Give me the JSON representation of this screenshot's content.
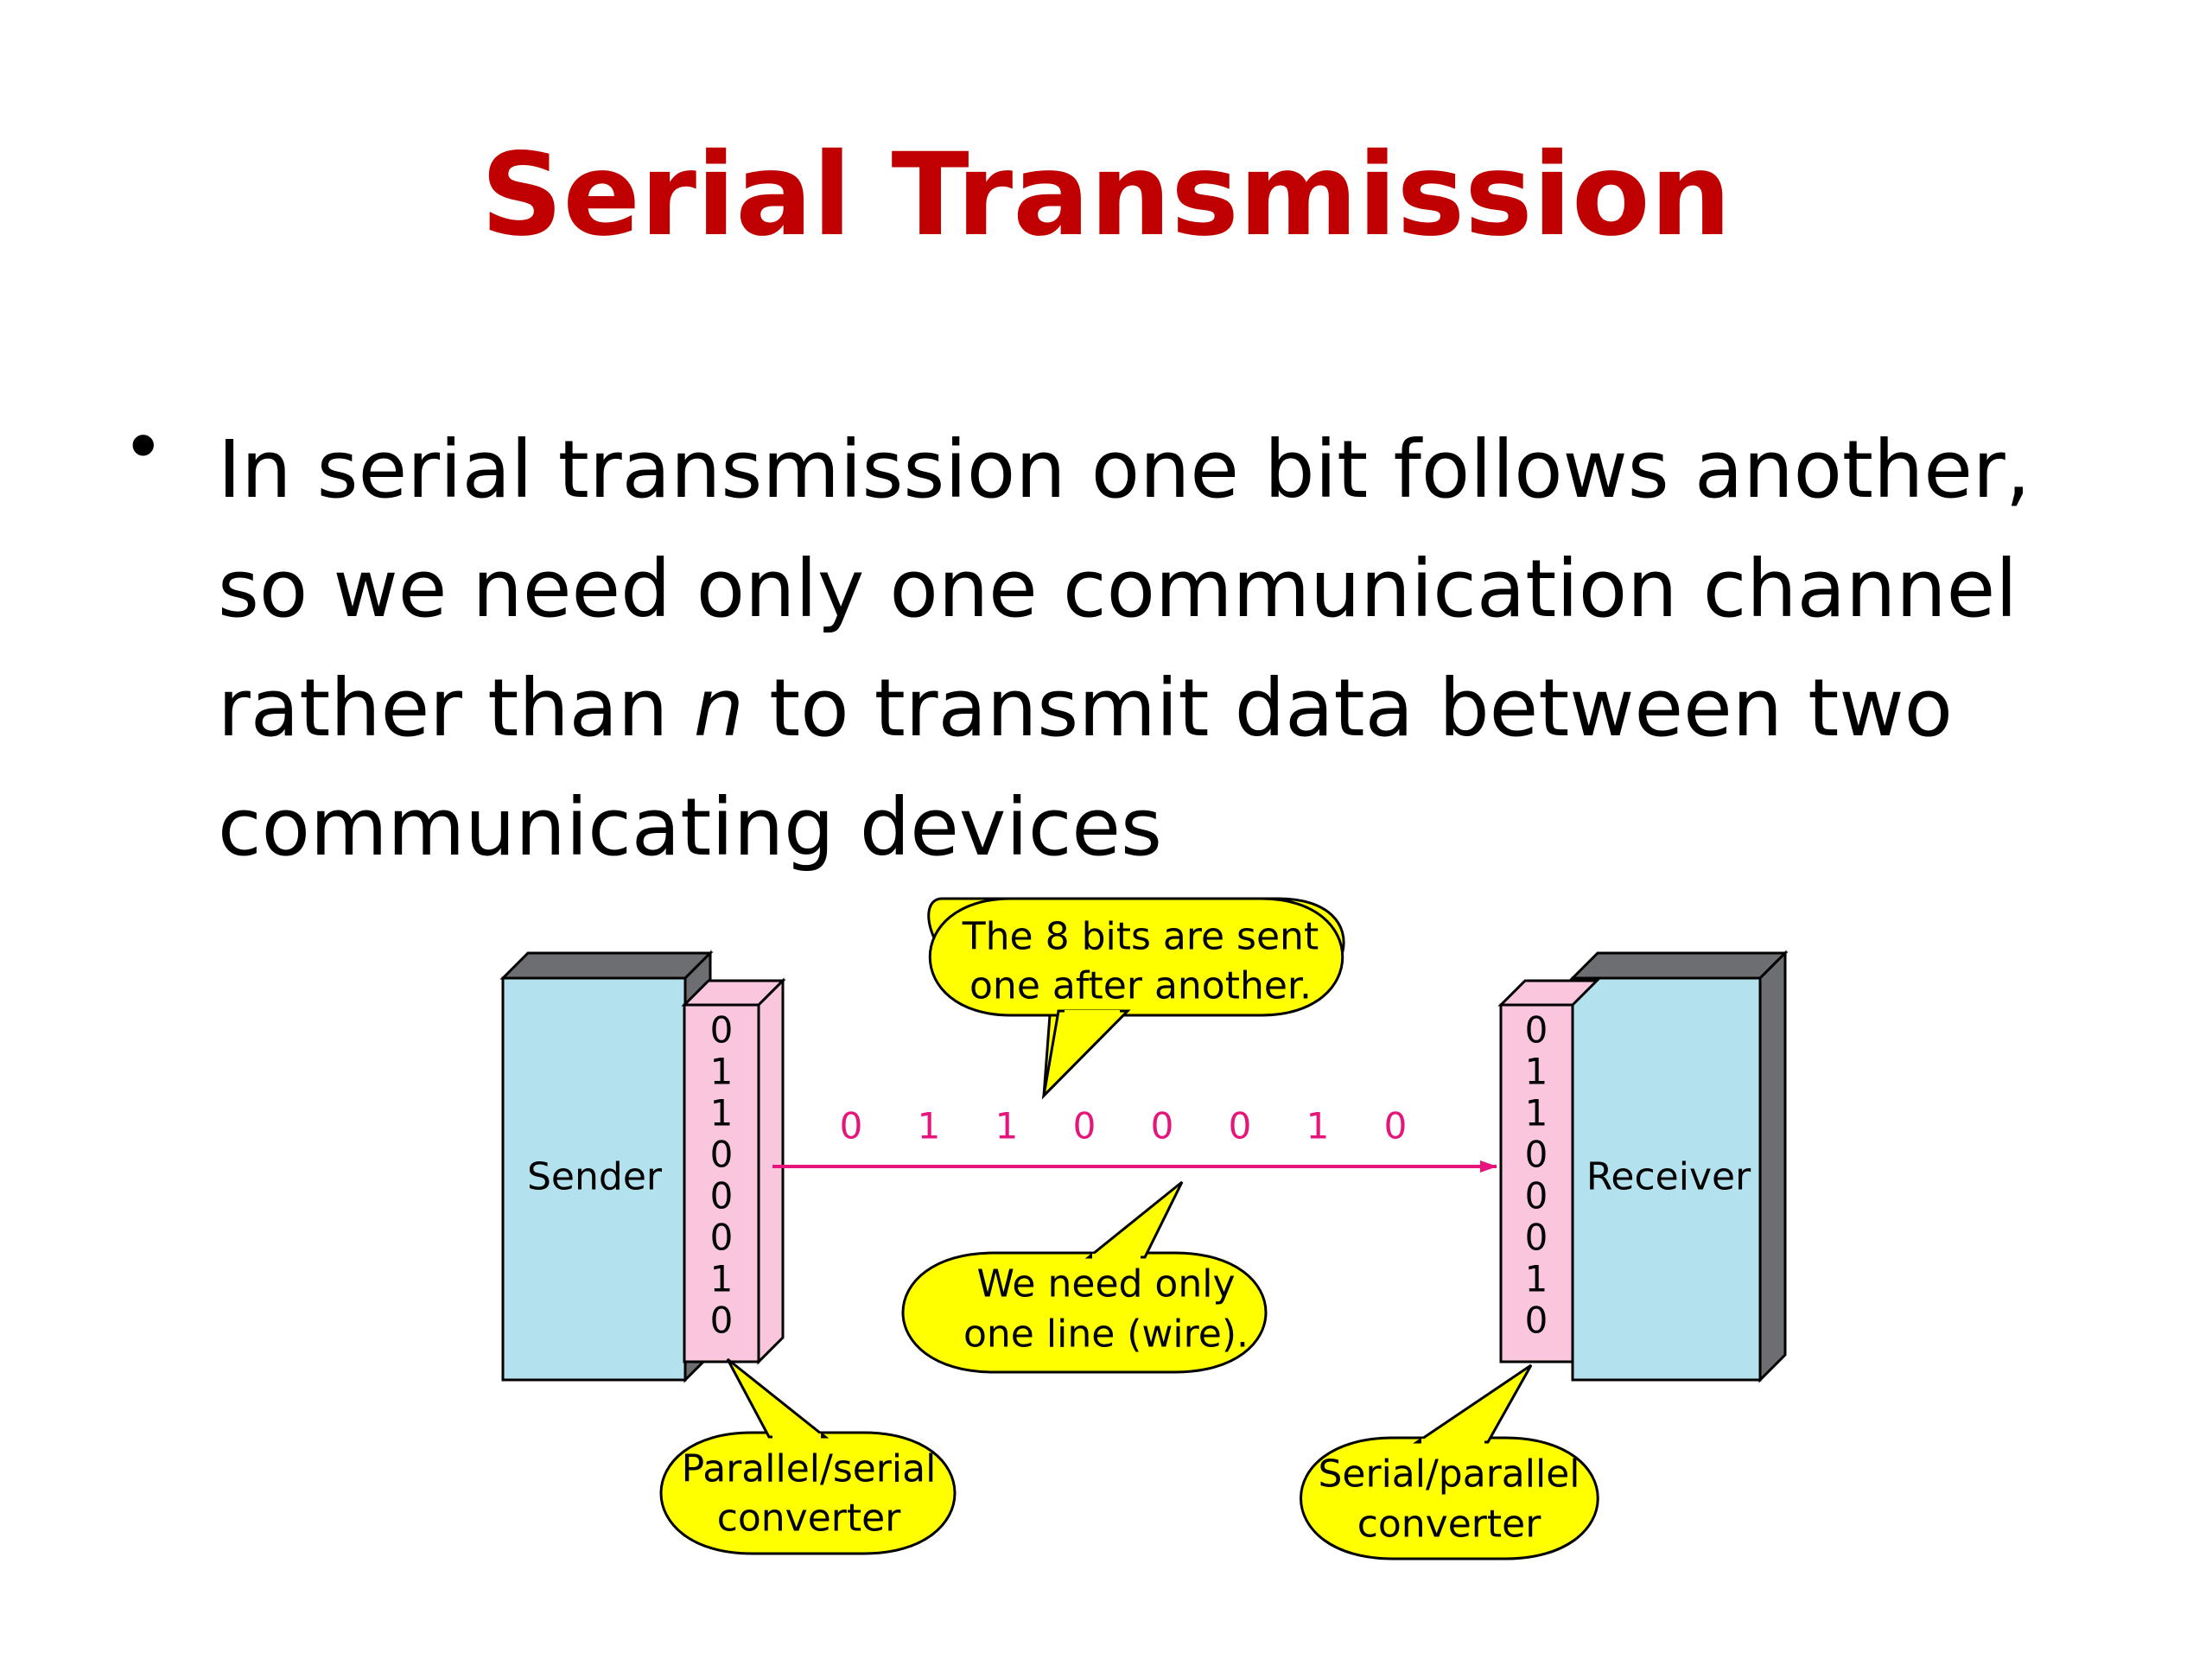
{
  "slide": {
    "title": "Serial Transmission",
    "bullet": {
      "before_italic": "In serial transmission one bit follows another, so we need only one communication channel rather than ",
      "italic": "n",
      "after_italic": " to transmit data between two communicating devices"
    }
  },
  "diagram": {
    "sender_label": "Sender",
    "receiver_label": "Receiver",
    "bits": [
      "0",
      "1",
      "1",
      "0",
      "0",
      "0",
      "1",
      "0"
    ],
    "callouts": {
      "top": [
        "The 8 bits are sent",
        "one after another."
      ],
      "middle": [
        "We need only",
        "one line (wire)."
      ],
      "left": [
        "Parallel/serial",
        "converter"
      ],
      "right": [
        "Serial/parallel",
        "converter"
      ]
    },
    "colors": {
      "title": "#c00000",
      "device_fill": "#b3e2ee",
      "converter_fill": "#f9c6de",
      "callout_fill": "#ffff00",
      "wire": "#e5157b",
      "shadow": "#6d6e71"
    }
  }
}
